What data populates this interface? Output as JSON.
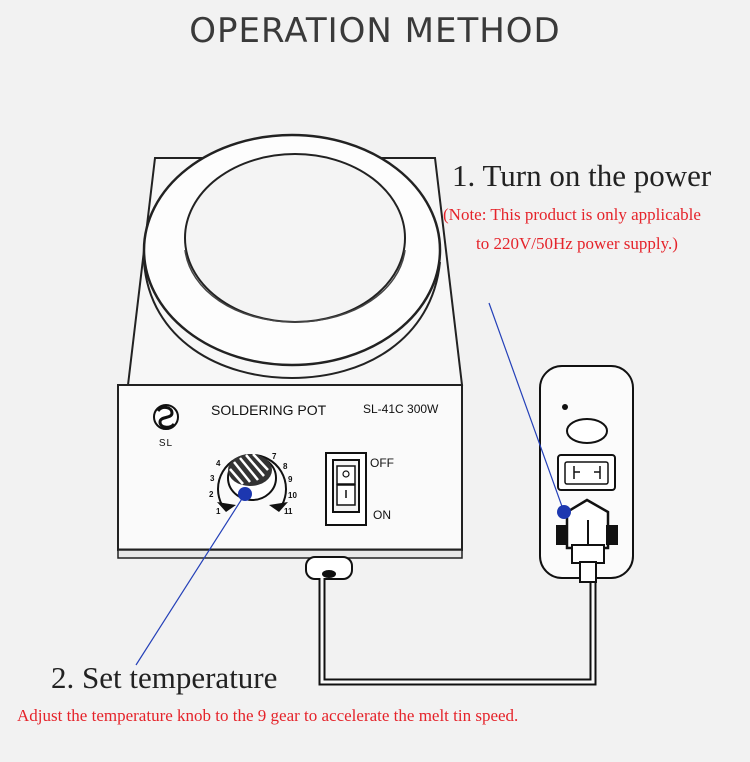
{
  "title": "OPERATION METHOD",
  "step1": {
    "heading": "1. Turn on the power",
    "note_line1": "(Note: This product is only applicable",
    "note_line2": "to 220V/50Hz power supply.)"
  },
  "step2": {
    "heading": "2. Set temperature",
    "note": "Adjust the temperature knob to the 9 gear to accelerate the melt tin speed."
  },
  "device": {
    "panel_label": "SOLDERING POT",
    "model": "SL-41C 300W",
    "logo_text": "SL",
    "switch_off": "OFF",
    "switch_on": "ON",
    "dial_ticks": [
      "1",
      "2",
      "3",
      "4",
      "7",
      "8",
      "9",
      "10",
      "11"
    ]
  },
  "colors": {
    "note_red": "#e5232a",
    "pointer_blue": "#2440b8",
    "outline": "#222222"
  }
}
